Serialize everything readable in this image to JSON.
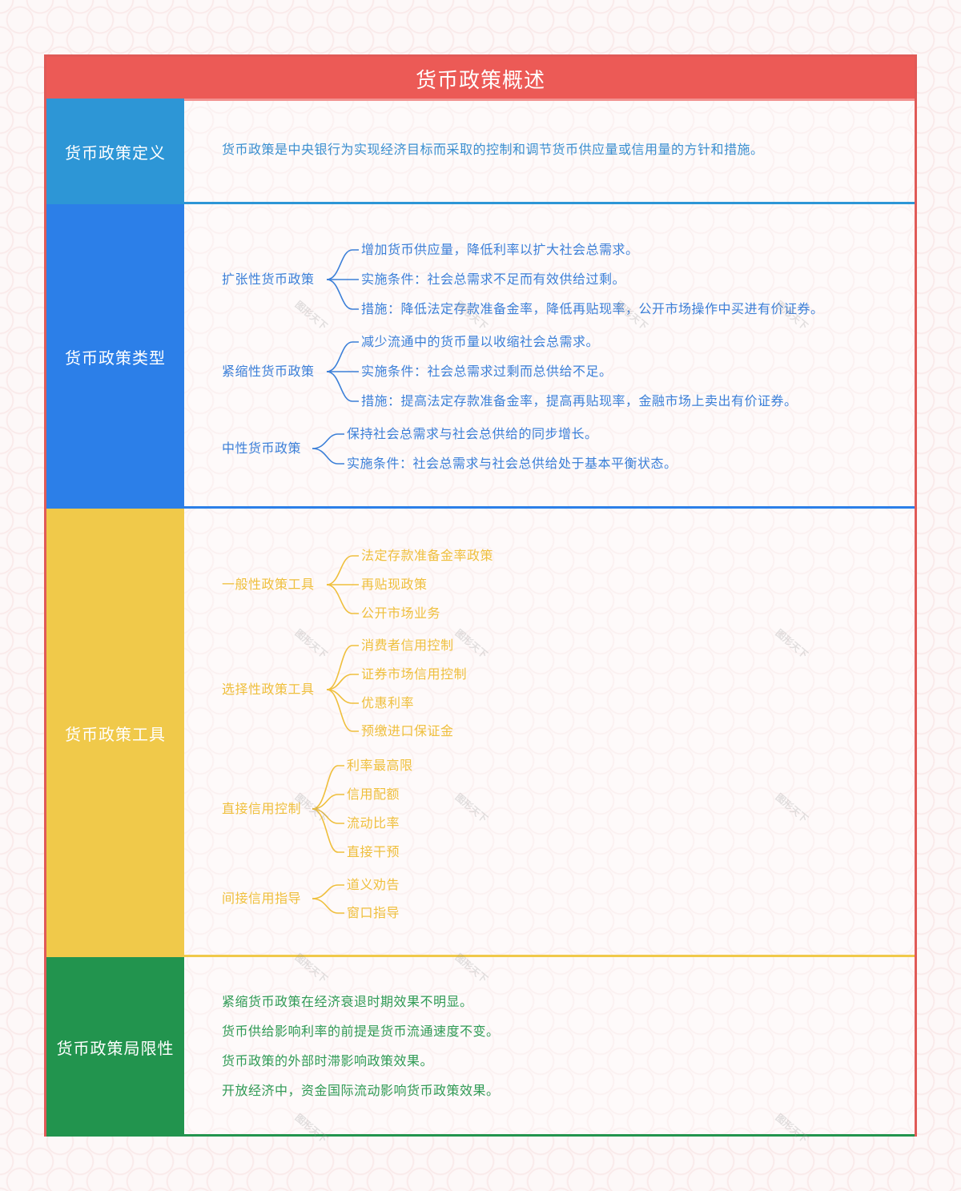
{
  "title": "货币政策概述",
  "colors": {
    "title_bg": "#ec5a56",
    "frame_border": "#e05a57",
    "definition": "#2d96d6",
    "types": "#2c7fe8",
    "tools": "#f0c94a",
    "limitations": "#22944e",
    "definition_text": "#3a8fd0",
    "types_text": "#3b7fd8",
    "tools_text": "#efbf3c",
    "limitations_text": "#2f9a55"
  },
  "sections": {
    "definition": {
      "label": "货币政策定义",
      "text": "货币政策是中央银行为实现经济目标而采取的控制和调节货币供应量或信用量的方针和措施。"
    },
    "types": {
      "label": "货币政策类型",
      "groups": [
        {
          "name": "扩张性货币政策",
          "items": [
            "增加货币供应量，降低利率以扩大社会总需求。",
            "实施条件：社会总需求不足而有效供给过剩。",
            "措施：降低法定存款准备金率，降低再贴现率，公开市场操作中买进有价证券。"
          ]
        },
        {
          "name": "紧缩性货币政策",
          "items": [
            "减少流通中的货币量以收缩社会总需求。",
            "实施条件：社会总需求过剩而总供给不足。",
            "措施：提高法定存款准备金率，提高再贴现率，金融市场上卖出有价证券。"
          ]
        },
        {
          "name": "中性货币政策",
          "items": [
            "保持社会总需求与社会总供给的同步增长。",
            "实施条件：社会总需求与社会总供给处于基本平衡状态。"
          ]
        }
      ]
    },
    "tools": {
      "label": "货币政策工具",
      "groups": [
        {
          "name": "一般性政策工具",
          "items": [
            "法定存款准备金率政策",
            "再贴现政策",
            "公开市场业务"
          ]
        },
        {
          "name": "选择性政策工具",
          "items": [
            "消费者信用控制",
            "证券市场信用控制",
            "优惠利率",
            "预缴进口保证金"
          ]
        },
        {
          "name": "直接信用控制",
          "items": [
            "利率最高限",
            "信用配额",
            "流动比率",
            "直接干预"
          ]
        },
        {
          "name": "间接信用指导",
          "items": [
            "道义劝告",
            "窗口指导"
          ]
        }
      ]
    },
    "limitations": {
      "label": "货币政策局限性",
      "items": [
        "紧缩货币政策在经济衰退时期效果不明显。",
        "货币供给影响利率的前提是货币流通速度不变。",
        "货币政策的外部时滞影响政策效果。",
        "开放经济中，资金国际流动影响货币政策效果。"
      ]
    }
  },
  "watermark": "图形天下"
}
